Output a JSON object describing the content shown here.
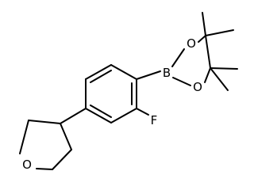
{
  "molecule": {
    "atoms": {
      "boron": "B",
      "oxygen_top": "O",
      "oxygen_bottom": "O",
      "fluorine": "F",
      "oxygen_ring": "O"
    }
  }
}
